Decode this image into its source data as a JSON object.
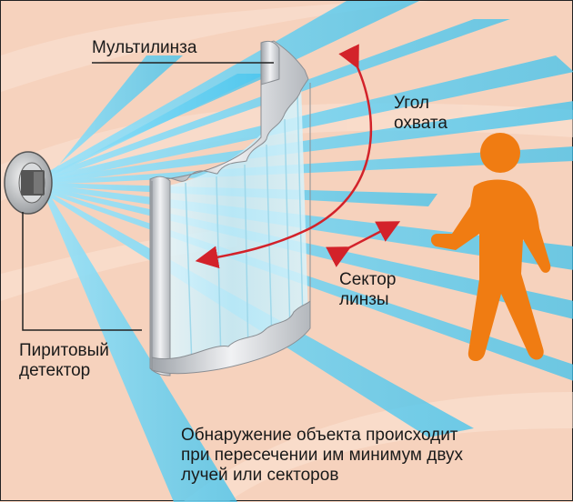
{
  "labels": {
    "multilens": "Мультилинза",
    "angle": "Угол\nохвата",
    "sector": "Сектор\nлинзы",
    "detector": "Пиритовый\nдетектор",
    "caption": "Обнаружение объекта происходит\nпри пересечении им минимум двух\nлучей или секторов"
  },
  "colors": {
    "background": "#f6d2bd",
    "beam": "#3fc3ee",
    "arrow": "#d3222a",
    "person": "#f07c12",
    "lens_frame": "#c9ccd1"
  },
  "icons": {
    "detector": "pir-detector-icon",
    "person": "walking-person-icon"
  }
}
